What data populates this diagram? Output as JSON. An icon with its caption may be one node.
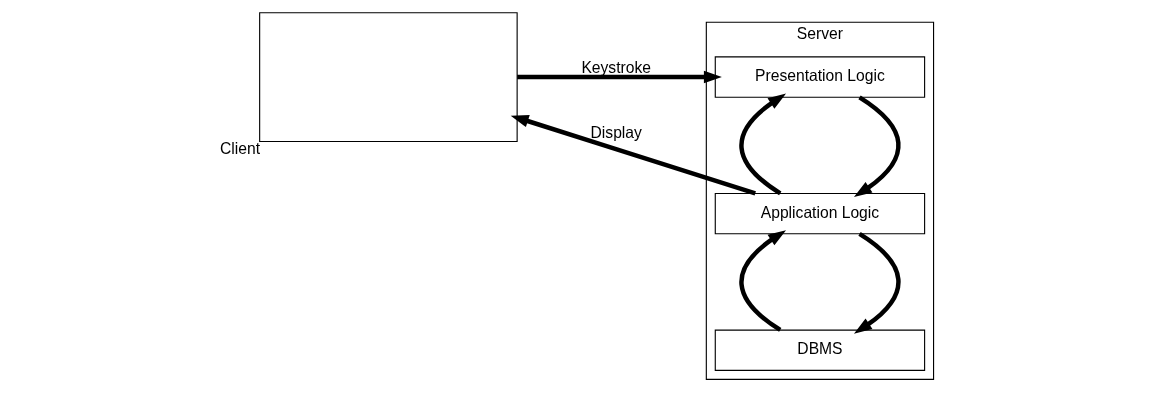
{
  "diagram": {
    "nodes": [
      {
        "text": [
          "Client"
        ]
      },
      {
        "text": [
          "Server"
        ]
      },
      {
        "text": [
          "Presentation Logic"
        ],
        "in": 1
      },
      {
        "text": [
          "Application Logic"
        ],
        "in": 1
      },
      {
        "text": [
          "DBMS"
        ],
        "in": 1
      }
    ],
    "edges": [
      {
        "from": 0,
        "to": 2,
        "arrow": "to",
        "label": "Keystroke"
      },
      {
        "from": 3,
        "to": 0,
        "arrow": "to",
        "label": "Display"
      },
      {
        "from": 2,
        "to": 3,
        "arrow": "to"
      },
      {
        "from": 3,
        "to": 4,
        "arrow": "to"
      },
      {
        "from": 4,
        "to": 3,
        "arrow": "to"
      },
      {
        "from": 3,
        "to": 2,
        "arrow": "to"
      }
    ]
  }
}
